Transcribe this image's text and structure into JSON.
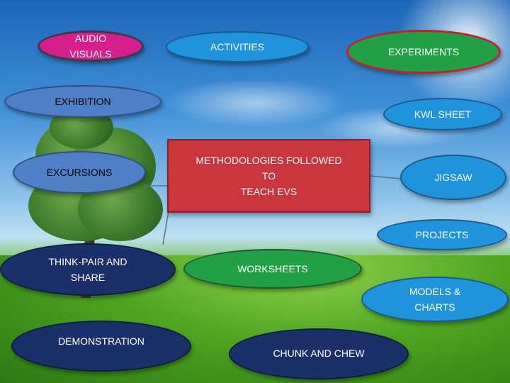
{
  "diagram": {
    "center": "METHODOLOGIES FOLLOWED\nTO\nTEACH EVS",
    "nodes": {
      "audio_visuals": "AUDIO\nVISUALS",
      "activities": "ACTIVITIES",
      "experiments": "EXPERIMENTS",
      "exhibition": "EXHIBITION",
      "kwl_sheet": "KWL SHEET",
      "excursions": "EXCURSIONS",
      "jigsaw": "JIGSAW",
      "projects": "PROJECTS",
      "think_pair_share": "THINK-PAIR AND\nSHARE",
      "worksheets": "WORKSHEETS",
      "models_charts": "MODELS &\nCHARTS",
      "demonstration": "DEMONSTRATION",
      "chunk_and_chew": "CHUNK AND CHEW"
    }
  },
  "colors": {
    "magenta": "#d61f8a",
    "sky_blue": "#1f93dc",
    "green": "#22a046",
    "red_outline": "#c8202a",
    "steel_blue": "#4f7fc4",
    "dark_navy": "#1b3069",
    "center_red": "#c9363e"
  }
}
